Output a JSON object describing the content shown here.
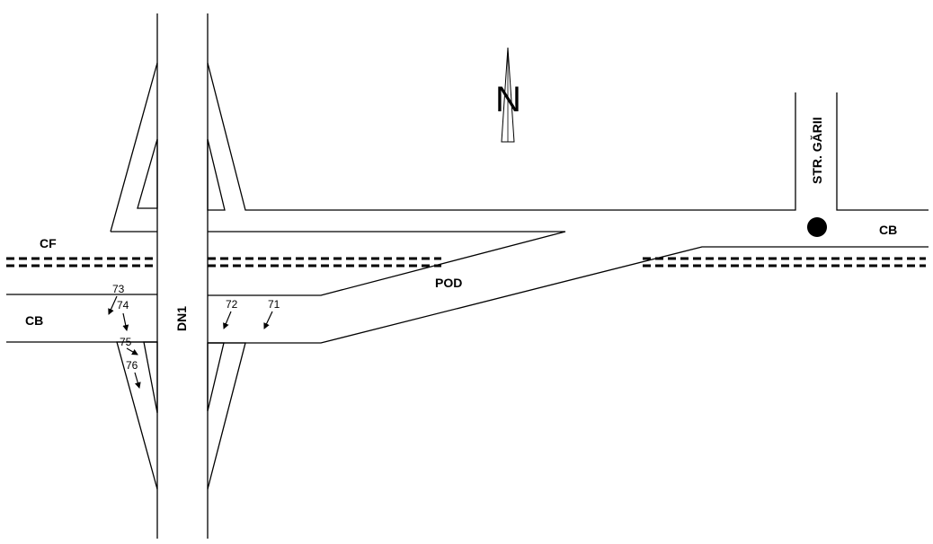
{
  "labels": {
    "rail": "CF",
    "road_west": "CB",
    "road_east": "CB",
    "highway": "DN1",
    "bridge": "POD",
    "street": "STR. GĂRII",
    "north": "N"
  },
  "markers": {
    "m71": "71",
    "m72": "72",
    "m73": "73",
    "m74": "74",
    "m75": "75",
    "m76": "76"
  }
}
